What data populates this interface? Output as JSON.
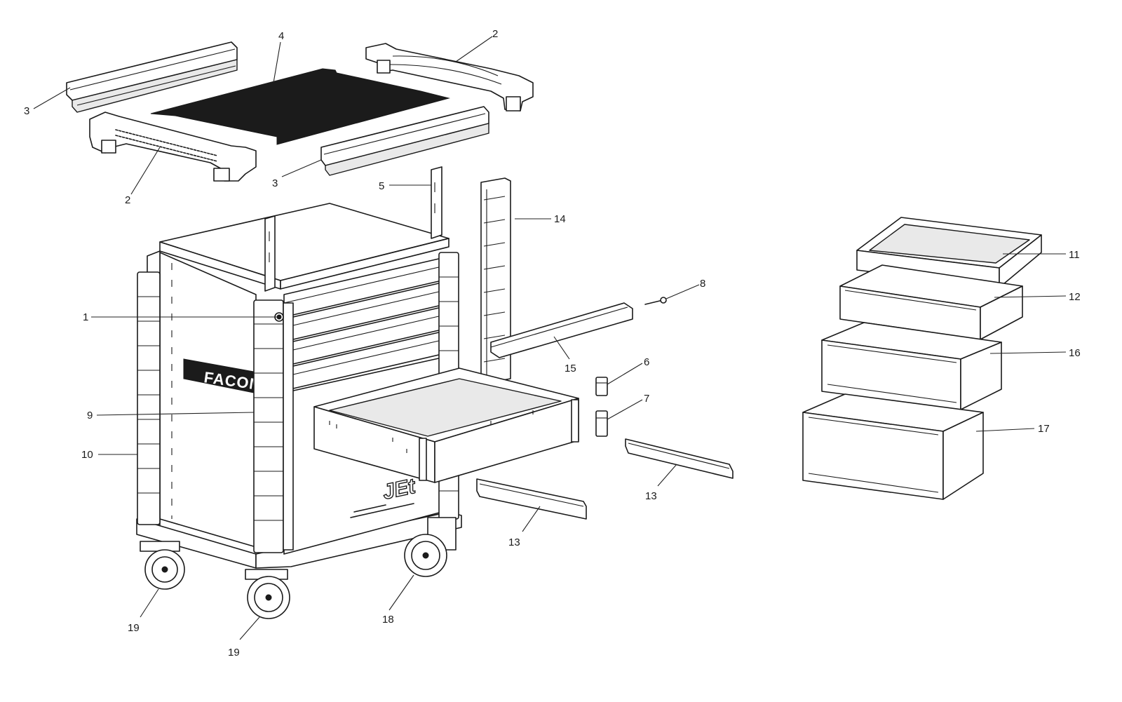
{
  "diagram": {
    "brand_label": "FACOM",
    "model_label": "JEt",
    "callouts": [
      {
        "id": "c1",
        "text": "1"
      },
      {
        "id": "c2a",
        "text": "2"
      },
      {
        "id": "c2b",
        "text": "2"
      },
      {
        "id": "c3a",
        "text": "3"
      },
      {
        "id": "c3b",
        "text": "3"
      },
      {
        "id": "c4",
        "text": "4"
      },
      {
        "id": "c5",
        "text": "5"
      },
      {
        "id": "c6",
        "text": "6"
      },
      {
        "id": "c7",
        "text": "7"
      },
      {
        "id": "c8",
        "text": "8"
      },
      {
        "id": "c9",
        "text": "9"
      },
      {
        "id": "c10",
        "text": "10"
      },
      {
        "id": "c11",
        "text": "11"
      },
      {
        "id": "c12",
        "text": "12"
      },
      {
        "id": "c13a",
        "text": "13"
      },
      {
        "id": "c13b",
        "text": "13"
      },
      {
        "id": "c14",
        "text": "14"
      },
      {
        "id": "c15",
        "text": "15"
      },
      {
        "id": "c16",
        "text": "16"
      },
      {
        "id": "c17",
        "text": "17"
      },
      {
        "id": "c18",
        "text": "18"
      },
      {
        "id": "c19a",
        "text": "19"
      },
      {
        "id": "c19b",
        "text": "19"
      }
    ]
  }
}
